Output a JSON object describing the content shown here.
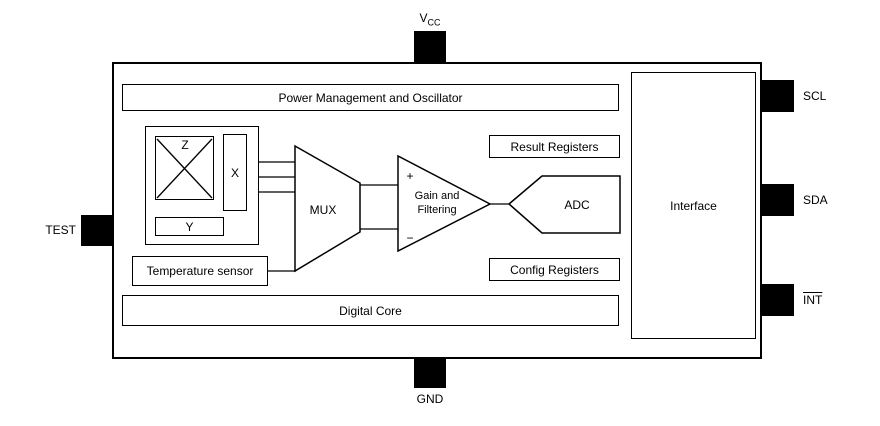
{
  "pins": {
    "vcc": {
      "main": "V",
      "sub": "CC"
    },
    "gnd": "GND",
    "test": "TEST",
    "scl": "SCL",
    "sda": "SDA",
    "int": "INT"
  },
  "blocks": {
    "power": "Power Management and Oscillator",
    "interface": "Interface",
    "result": "Result Registers",
    "config": "Config Registers",
    "digital": "Digital Core",
    "temp": "Temperature sensor",
    "mux": "MUX",
    "adc": "ADC",
    "gain1": "Gain and",
    "gain2": "Filtering",
    "plus": "+",
    "minus": "−"
  },
  "sensor": {
    "z": "Z",
    "x": "X",
    "y": "Y"
  },
  "colors": {
    "line": "#000000",
    "background": "#ffffff"
  }
}
